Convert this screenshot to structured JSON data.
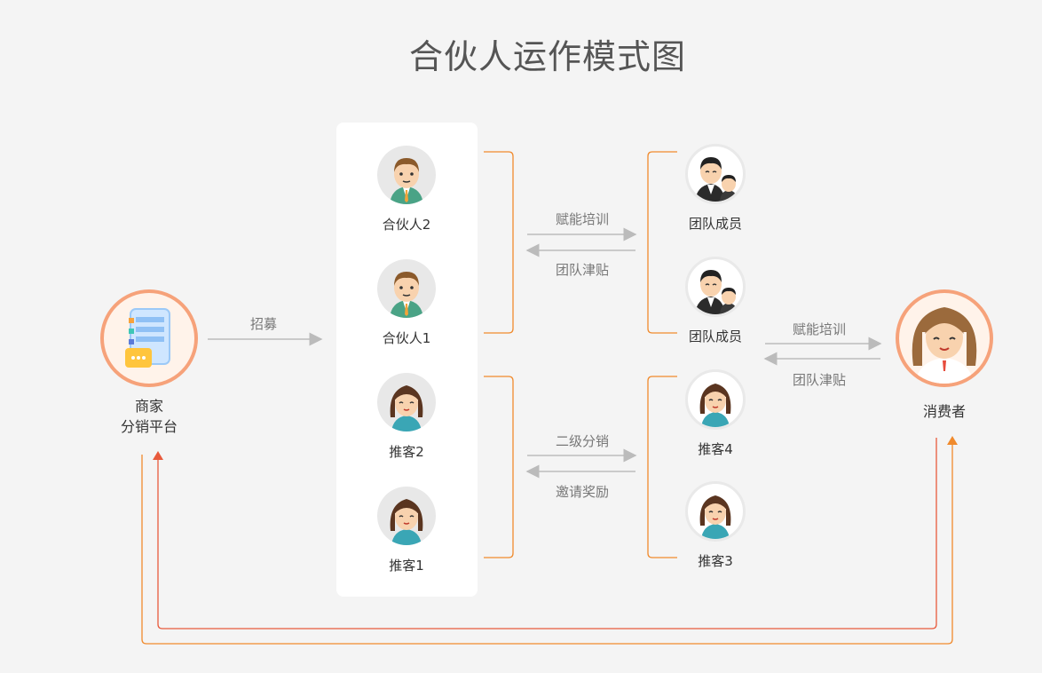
{
  "title": "合伙人运作模式图",
  "nodes": {
    "merchant_line1": "商家",
    "merchant_line2": "分销平台",
    "partner2": "合伙人2",
    "partner1": "合伙人1",
    "referrer2": "推客2",
    "referrer1": "推客1",
    "team_member_a": "团队成员",
    "team_member_b": "团队成员",
    "referrer4": "推客4",
    "referrer3": "推客3",
    "consumer": "消费者"
  },
  "edges": {
    "recruit": "招募",
    "empower_training_1": "赋能培训",
    "team_allowance_1": "团队津贴",
    "second_level_distribution": "二级分销",
    "invite_reward": "邀请奖励",
    "empower_training_2": "赋能培训",
    "team_allowance_2": "团队津贴"
  },
  "colors": {
    "orange": "#f08a2c",
    "red": "#e85a3c",
    "gray_arrow": "#bbbbbb",
    "avatar_ring": "#f6a27a"
  }
}
